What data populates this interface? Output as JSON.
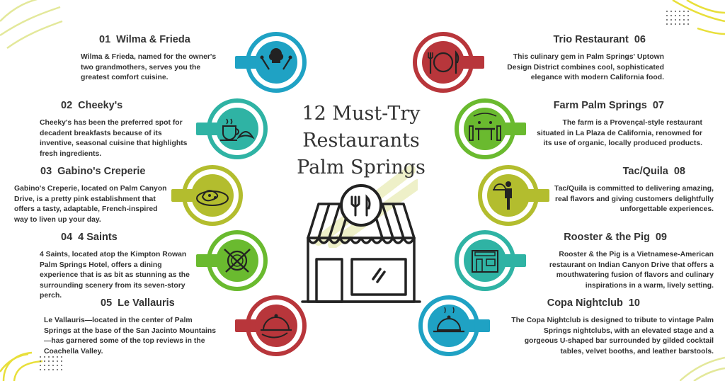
{
  "title": {
    "line1": "12 Must-Try",
    "line2": "Restaurants",
    "line3": "Palm Springs"
  },
  "colors": {
    "blue": "#1fa2c4",
    "teal": "#2fb3a4",
    "olive": "#b3bd2e",
    "green": "#6aba2f",
    "red": "#b8363b",
    "lime_deco": "#d9e36a"
  },
  "items": [
    {
      "num": "01",
      "name": "Wilma & Frieda",
      "desc": "Wilma & Frieda, named for the owner's two grandmothers, serves you the greatest comfort cuisine.",
      "icon": "chef-utensils-icon",
      "color": "blue"
    },
    {
      "num": "02",
      "name": "Cheeky's",
      "desc": "Cheeky's has been the preferred spot for decadent breakfasts because of its inventive, seasonal cuisine that highlights fresh ingredients.",
      "icon": "coffee-croissant-icon",
      "color": "teal"
    },
    {
      "num": "03",
      "name": "Gabino's Creperie",
      "desc": "Gabino's Creperie, located on Palm Canyon Drive, is a pretty pink establishment that offers a tasty, adaptable, French-inspired way to liven up your day.",
      "icon": "crepe-plate-icon",
      "color": "olive"
    },
    {
      "num": "04",
      "name": "4 Saints",
      "desc": "4 Saints, located atop the Kimpton Rowan Palm Springs Hotel, offers a dining experience that is as bit as stunning as the surrounding scenery from its seven-story perch.",
      "icon": "plate-fork-knife-icon",
      "color": "green"
    },
    {
      "num": "05",
      "name": "Le Vallauris",
      "desc": "Le Vallauris—located in the center of Palm Springs at the base of the San Jacinto Mountains—has garnered some of the top reviews in the Coachella Valley.",
      "icon": "serving-cloche-icon",
      "color": "red"
    },
    {
      "num": "06",
      "name": "Trio Restaurant",
      "desc": "This culinary gem in Palm Springs' Uptown Design District combines cool, sophisticated elegance with modern California food.",
      "icon": "plate-cutlery-icon",
      "color": "red"
    },
    {
      "num": "07",
      "name": "Farm Palm Springs",
      "desc": "The farm is a Provençal-style restaurant situated in La Plaza de California, renowned for its use of organic, locally produced products.",
      "icon": "dining-table-icon",
      "color": "green"
    },
    {
      "num": "08",
      "name": "Tac/Quila",
      "desc": "Tac/Quila is committed to delivering amazing, real flavors and giving customers delightfully unforgettable experiences.",
      "icon": "waiter-icon",
      "color": "olive"
    },
    {
      "num": "09",
      "name": "Rooster & the Pig",
      "desc": "Rooster & the Pig is a Vietnamese-American restaurant on Indian Canyon Drive that offers a mouthwatering fusion of flavors and culinary inspirations in a warm, lively setting.",
      "icon": "storefront-icon",
      "color": "teal"
    },
    {
      "num": "10",
      "name": "Copa Nightclub",
      "desc": "The Copa Nightclub is designed to tribute to vintage Palm Springs nightclubs, with an elevated stage and a gorgeous U-shaped bar surrounded by gilded cocktail tables, velvet booths, and leather barstools.",
      "icon": "cloche-dish-icon",
      "color": "blue"
    }
  ]
}
